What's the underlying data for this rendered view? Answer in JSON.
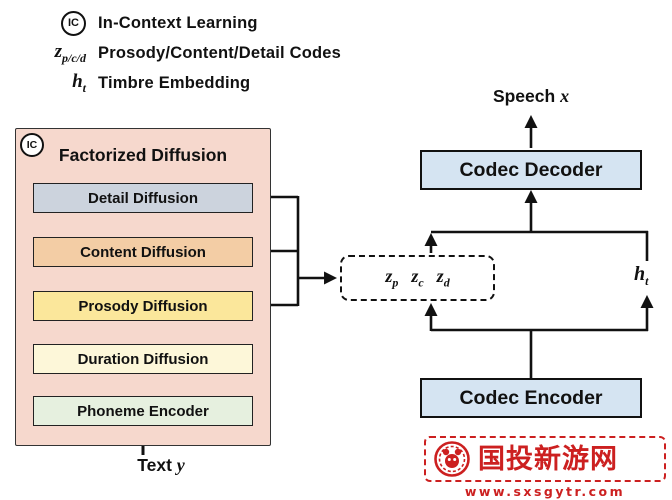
{
  "legend": {
    "ic": {
      "badge": "IC",
      "label": "In-Context Learning"
    },
    "codes": {
      "base": "z",
      "sub": "p/c/d",
      "label": "Prosody/Content/Detail Codes"
    },
    "timbre": {
      "base": "h",
      "sub": "t",
      "label": "Timbre Embedding"
    }
  },
  "diffusion_panel": {
    "badge": "IC",
    "title": "Factorized Diffusion",
    "blocks": [
      {
        "id": "detail",
        "label": "Detail Diffusion",
        "color": "#ccd3dd"
      },
      {
        "id": "content",
        "label": "Content Diffusion",
        "color": "#f3cda5"
      },
      {
        "id": "prosody",
        "label": "Prosody Diffusion",
        "color": "#fbe79b"
      },
      {
        "id": "duration",
        "label": "Duration Diffusion",
        "color": "#fdf7d9"
      },
      {
        "id": "phoneme",
        "label": "Phoneme Encoder",
        "color": "#e6f0df"
      }
    ],
    "input": {
      "word": "Text",
      "var": "y"
    },
    "panel_bg": "#f6d8cd"
  },
  "codec_panel": {
    "output": {
      "word": "Speech",
      "var": "x"
    },
    "decoder_label": "Codec Decoder",
    "codes": [
      {
        "base": "z",
        "sub": "p"
      },
      {
        "base": "z",
        "sub": "c"
      },
      {
        "base": "z",
        "sub": "d"
      }
    ],
    "timbre": {
      "base": "h",
      "sub": "t"
    },
    "encoder_label": "Codec Encoder",
    "box_color": "#d5e4f2"
  },
  "watermark": {
    "title": "国投新游网",
    "url": "www.sxsgytr.com",
    "color": "#cc2020"
  }
}
